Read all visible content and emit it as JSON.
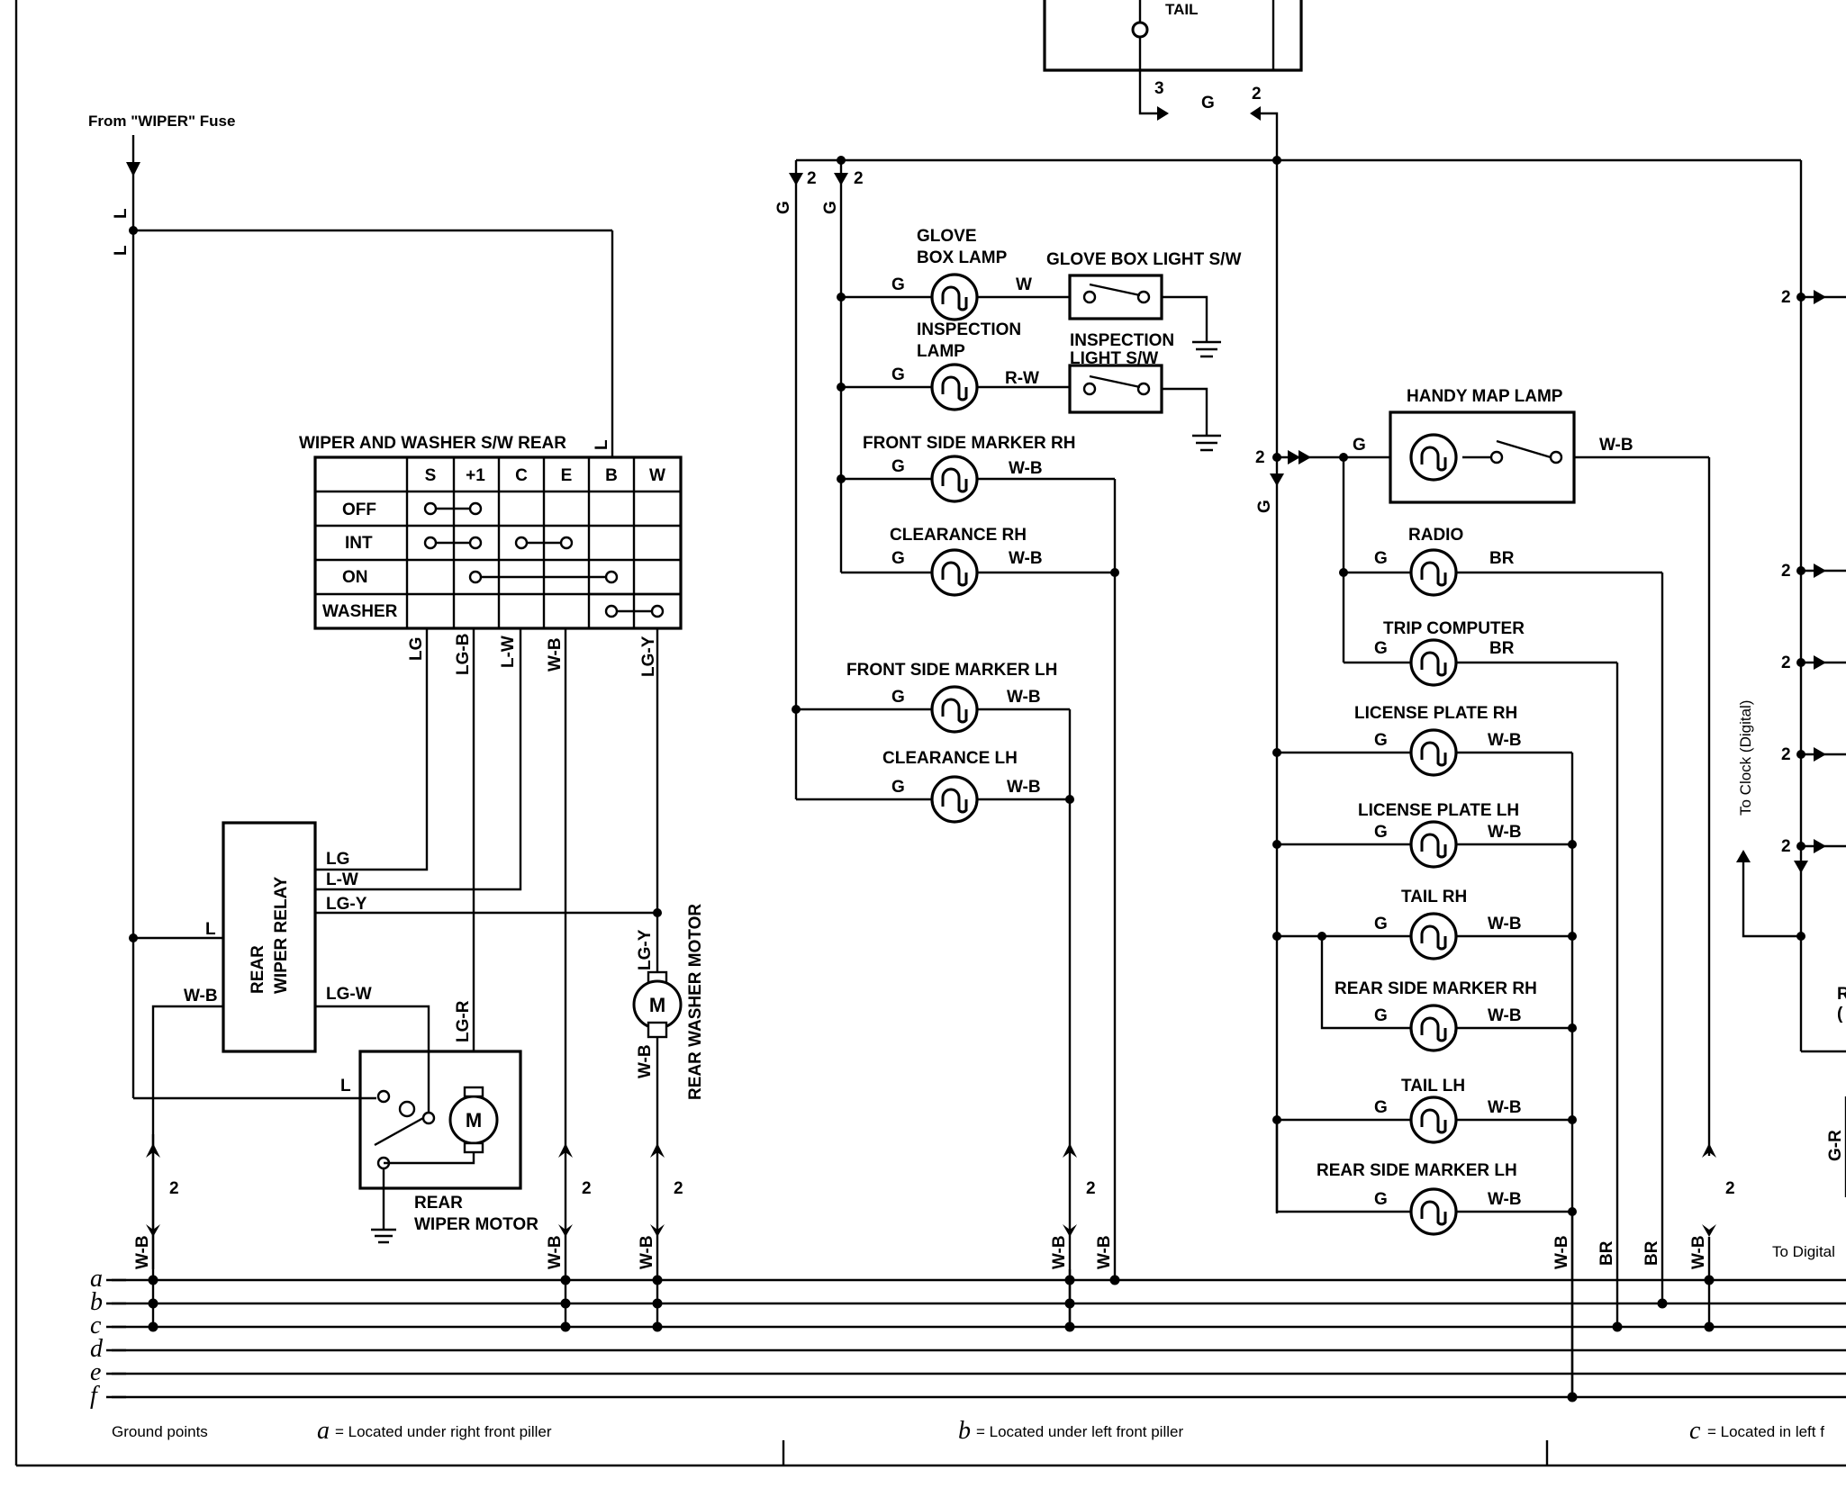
{
  "labels": {
    "from_wiper_fuse": "From \"WIPER\" Fuse",
    "tail": "TAIL",
    "wiper_sw_title": "WIPER AND WASHER S/W REAR",
    "rear_wiper_relay": [
      "REAR",
      "WIPER RELAY"
    ],
    "rear_wiper_motor": [
      "REAR",
      "WIPER MOTOR"
    ],
    "rear_washer_motor": "REAR WASHER MOTOR",
    "motor_symbol": "M",
    "glove_box_lamp": [
      "GLOVE",
      "BOX LAMP"
    ],
    "glove_box_light_sw": "GLOVE BOX LIGHT S/W",
    "inspection_lamp": [
      "INSPECTION",
      "LAMP"
    ],
    "inspection_light_sw": [
      "INSPECTION",
      "LIGHT S/W"
    ],
    "front_side_marker_rh": "FRONT SIDE MARKER RH",
    "clearance_rh": "CLEARANCE RH",
    "front_side_marker_lh": "FRONT SIDE MARKER LH",
    "clearance_lh": "CLEARANCE LH",
    "handy_map_lamp": "HANDY MAP LAMP",
    "radio": "RADIO",
    "trip_computer": "TRIP COMPUTER",
    "license_plate_rh": "LICENSE PLATE RH",
    "license_plate_lh": "LICENSE PLATE LH",
    "tail_rh": "TAIL RH",
    "rear_side_marker_rh": "REAR SIDE MARKER RH",
    "tail_lh": "TAIL LH",
    "rear_side_marker_lh": "REAR SIDE MARKER LH",
    "to_clock": "To Clock (Digital)",
    "to_digital": "To Digital",
    "right_edge_r": "R",
    "right_edge_paren": "(",
    "ground_points": "Ground points"
  },
  "switch_table": {
    "columns": [
      "S",
      "+1",
      "C",
      "E",
      "B",
      "W"
    ],
    "rows": [
      "OFF",
      "INT",
      "ON",
      "WASHER"
    ]
  },
  "wire_colors": {
    "L": "L",
    "LG": "LG",
    "LG_B": "LG-B",
    "L_W": "L-W",
    "W_B": "W-B",
    "LG_Y": "LG-Y",
    "LG_W": "LG-W",
    "LG_R": "LG-R",
    "G": "G",
    "W": "W",
    "R_W": "R-W",
    "BR": "BR",
    "G_R": "G-R"
  },
  "connector_numbers": {
    "two": "2",
    "three": "3"
  },
  "ground_bus": {
    "letters": [
      "a",
      "b",
      "c",
      "d",
      "e",
      "f"
    ],
    "legend": [
      {
        "letter": "a",
        "text": "= Located under right front piller"
      },
      {
        "letter": "b",
        "text": "= Located under left front piller"
      },
      {
        "letter": "c",
        "text": "= Located in left f"
      }
    ]
  }
}
